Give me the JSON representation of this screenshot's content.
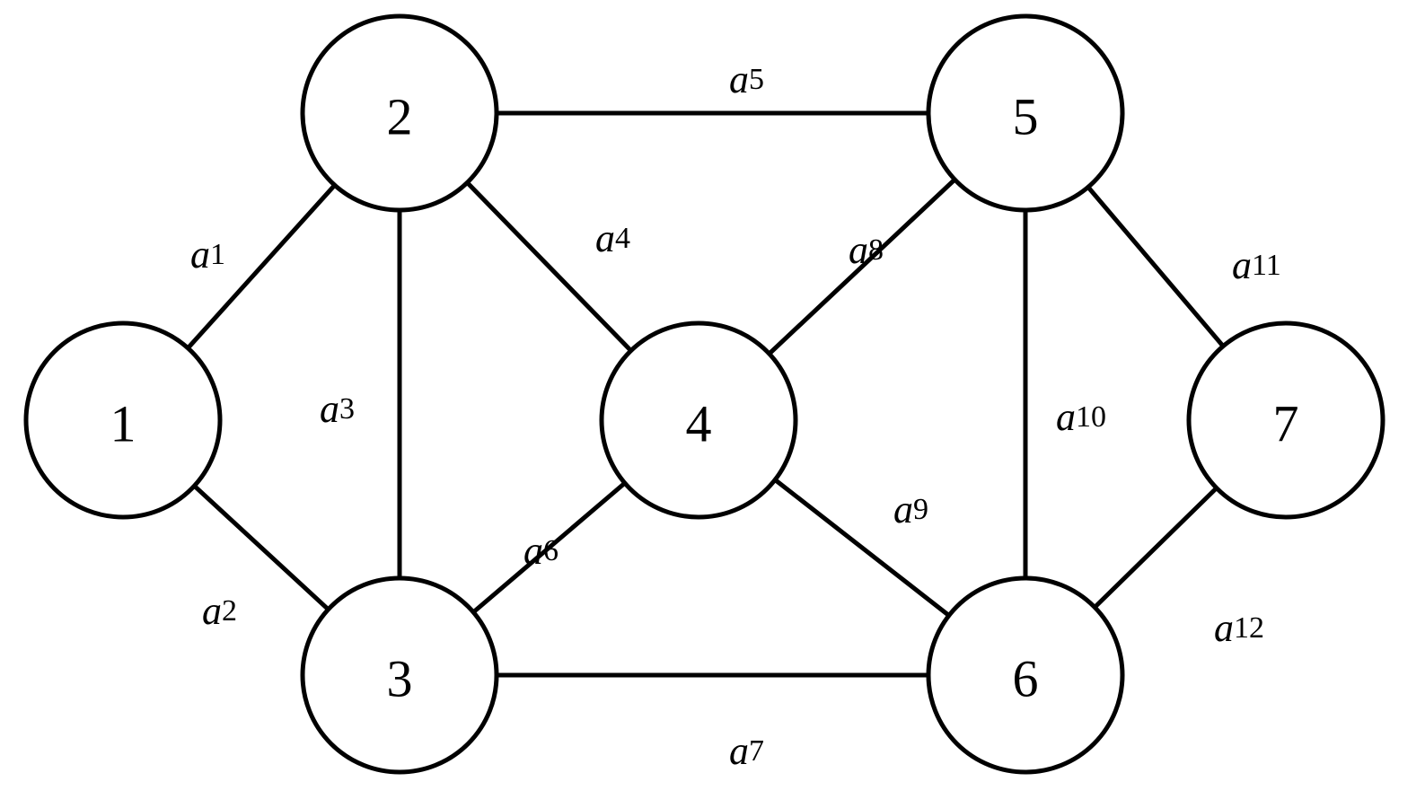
{
  "nodes": [
    {
      "id": "1",
      "label": "1"
    },
    {
      "id": "2",
      "label": "2"
    },
    {
      "id": "3",
      "label": "3"
    },
    {
      "id": "4",
      "label": "4"
    },
    {
      "id": "5",
      "label": "5"
    },
    {
      "id": "6",
      "label": "6"
    },
    {
      "id": "7",
      "label": "7"
    }
  ],
  "edges": [
    {
      "from": "1",
      "to": "2",
      "symbol": "a",
      "index": "1"
    },
    {
      "from": "1",
      "to": "3",
      "symbol": "a",
      "index": "2"
    },
    {
      "from": "2",
      "to": "3",
      "symbol": "a",
      "index": "3"
    },
    {
      "from": "2",
      "to": "4",
      "symbol": "a",
      "index": "4"
    },
    {
      "from": "2",
      "to": "5",
      "symbol": "a",
      "index": "5"
    },
    {
      "from": "3",
      "to": "4",
      "symbol": "a",
      "index": "6"
    },
    {
      "from": "3",
      "to": "6",
      "symbol": "a",
      "index": "7"
    },
    {
      "from": "4",
      "to": "5",
      "symbol": "a",
      "index": "8"
    },
    {
      "from": "4",
      "to": "6",
      "symbol": "a",
      "index": "9"
    },
    {
      "from": "5",
      "to": "6",
      "symbol": "a",
      "index": "10"
    },
    {
      "from": "5",
      "to": "7",
      "symbol": "a",
      "index": "11"
    },
    {
      "from": "6",
      "to": "7",
      "symbol": "a",
      "index": "12"
    }
  ]
}
